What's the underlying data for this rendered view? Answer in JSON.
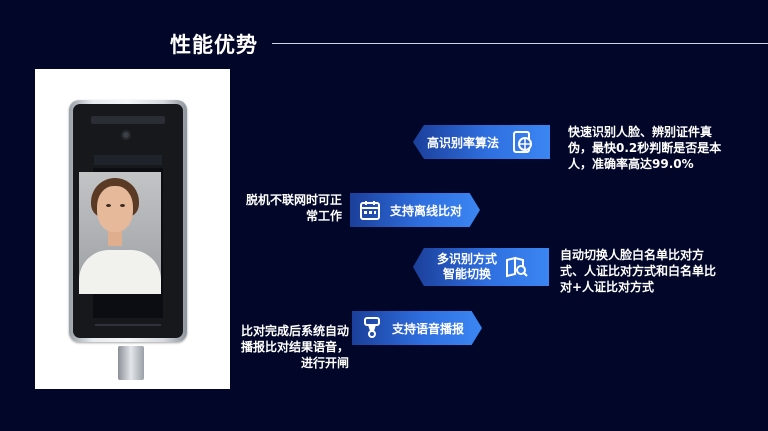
{
  "header": {
    "title": "性能优势"
  },
  "features": [
    {
      "label": "高识别率算法",
      "icon": "document-globe-icon",
      "description": "快速识别人脸、辨别证件真伪，最快0.2秒判断是否是本人，准确率高达99.0%"
    },
    {
      "label": "支持离线比对",
      "icon": "calendar-icon",
      "description": "脱机不联网时可正常工作"
    },
    {
      "label_line1": "多识别方式",
      "label_line2": "智能切换",
      "icon": "book-search-icon",
      "description": "自动切换人脸白名单比对方式、人证比对方式和白名单比对+人证比对方式"
    },
    {
      "label": "支持语音播报",
      "icon": "speaker-icon",
      "description": "比对完成后系统自动播报比对结果语音，进行开闸"
    }
  ],
  "colors": {
    "background": "#02072a",
    "ribbon_dark": "#1b3f9a",
    "ribbon_light": "#3b86f2",
    "text": "#ffffff"
  }
}
